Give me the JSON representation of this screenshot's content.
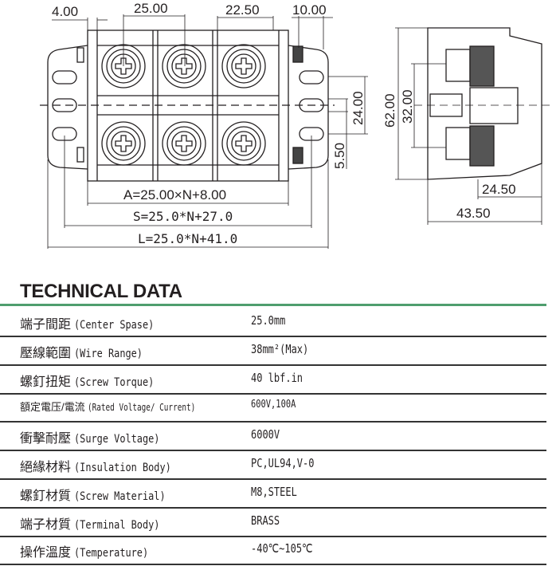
{
  "drawing": {
    "dims_top": [
      "4.00",
      "25.00",
      "22.50",
      "10.00"
    ],
    "dims_right": [
      "24.00",
      "5.50"
    ],
    "formula_a": "A=25.00×N+8.00",
    "formula_s": "S=25.0*N+27.0",
    "formula_l": "L=25.0*N+41.0",
    "side_dims": [
      "62.00",
      "32.00",
      "24.50",
      "43.50"
    ]
  },
  "technical": {
    "title": "TECHNICAL DATA",
    "rows": [
      {
        "label_cn": "端子間距",
        "label_en": "(Center Spase)",
        "value": "25.0mm"
      },
      {
        "label_cn": "壓線範圍",
        "label_en": "(Wire Range)",
        "value": "38mm²(Max)"
      },
      {
        "label_cn": "螺釘扭矩",
        "label_en": "(Screw Torque)",
        "value": "40 lbf.in"
      },
      {
        "label_cn": "額定電压/電流",
        "label_en": "(Rated Voltage/ Current)",
        "value": "600V,100A"
      },
      {
        "label_cn": "衝擊耐壓",
        "label_en": "(Surge Voltage)",
        "value": "6000V"
      },
      {
        "label_cn": "絕緣材料",
        "label_en": "(Insulation Body)",
        "value": "PC,UL94,V-0"
      },
      {
        "label_cn": "螺釘材質",
        "label_en": "(Screw Material)",
        "value": "M8,STEEL"
      },
      {
        "label_cn": "端子材質",
        "label_en": "(Terminal Body)",
        "value": "BRASS"
      },
      {
        "label_cn": "操作溫度",
        "label_en": "(Temperature)",
        "value": "-40℃~105℃"
      }
    ]
  }
}
